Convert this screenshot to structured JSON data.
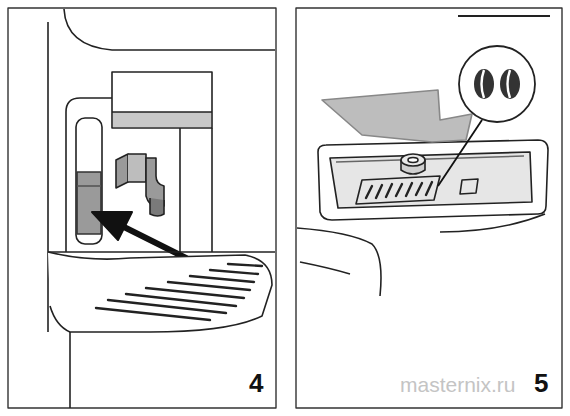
{
  "diagram": {
    "labels": [
      "4",
      "5",
      "masternix.ru"
    ]
  }
}
